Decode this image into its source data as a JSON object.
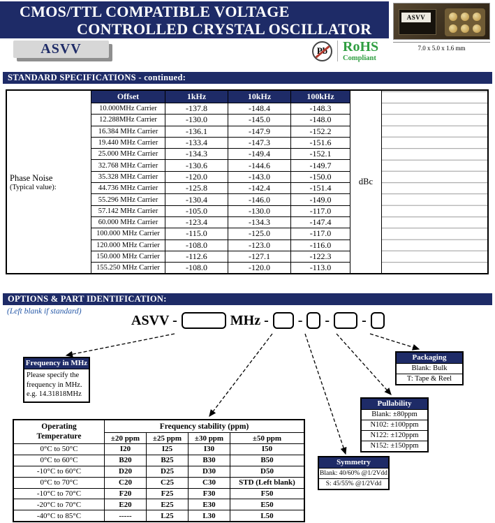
{
  "theme": {
    "navy": "#1e2b67",
    "green": "#2f9e41",
    "red_slash": "#b33a2e",
    "tag_gray": "#d7d7d7"
  },
  "header": {
    "title_line1": "CMOS/TTL COMPATIBLE VOLTAGE",
    "title_line2": "CONTROLLED CRYSTAL OSCILLATOR",
    "model_label": "ASVV",
    "photo_chip_label": "ASVV",
    "photo_dimensions": "7.0 x 5.0 x 1.6 mm",
    "pb_symbol": "Pb",
    "rohs_title": "RoHS",
    "rohs_subtitle": "Compliant"
  },
  "section_specs": {
    "title": "STANDARD SPECIFICATIONS - continued:"
  },
  "phase_noise": {
    "label_line1": "Phase Noise",
    "label_line2": "(Typical value):",
    "unit": "dBc",
    "headers": [
      "Offset",
      "1kHz",
      "10kHz",
      "100kHz"
    ],
    "rows": [
      [
        "10.000MHz Carrier",
        "-137.8",
        "-148.4",
        "-148.3"
      ],
      [
        "12.288MHz Carrier",
        "-130.0",
        "-145.0",
        "-148.0"
      ],
      [
        "16.384 MHz Carrier",
        "-136.1",
        "-147.9",
        "-152.2"
      ],
      [
        "19.440 MHz Carrier",
        "-133.4",
        "-147.3",
        "-151.6"
      ],
      [
        "25.000 MHz Carrier",
        "-134.3",
        "-149.4",
        "-152.1"
      ],
      [
        "32.768 MHz Carrier",
        "-130.6",
        "-144.6",
        "-149.7"
      ],
      [
        "35.328 MHz Carrier",
        "-120.0",
        "-143.0",
        "-150.0"
      ],
      [
        "44.736 MHz Carrier",
        "-125.8",
        "-142.4",
        "-151.4"
      ],
      [
        "55.296 MHz Carrier",
        "-130.4",
        "-146.0",
        "-149.0"
      ],
      [
        "57.142 MHz Carrier",
        "-105.0",
        "-130.0",
        "-117.0"
      ],
      [
        "60.000 MHz Carrier",
        "-123.4",
        "-134.3",
        "-147.4"
      ],
      [
        "100.000 MHz Carrier",
        "-115.0",
        "-125.0",
        "-117.0"
      ],
      [
        "120.000 MHz Carrier",
        "-108.0",
        "-123.0",
        "-116.0"
      ],
      [
        "150.000 MHz Carrier",
        "-112.6",
        "-127.1",
        "-122.3"
      ],
      [
        "155.250 MHz Carrier",
        "-108.0",
        "-120.0",
        "-113.0"
      ]
    ]
  },
  "section_options": {
    "title": "OPTIONS & PART IDENTIFICATION:",
    "note": "(Left blank if standard)"
  },
  "part_line": {
    "prefix": "ASVV -",
    "mhz": "MHz -",
    "sep": "-"
  },
  "boxes": {
    "frequency": {
      "title": "Frequency in MHz",
      "body_lines": [
        "Please specify the",
        "frequency in MHz.",
        "e.g. 14.31818MHz"
      ]
    },
    "packaging": {
      "title": "Packaging",
      "options": [
        "Blank: Bulk",
        "T:  Tape & Reel"
      ]
    },
    "pullability": {
      "title": "Pullability",
      "options": [
        "Blank: ±80ppm",
        "N102: ±100ppm",
        "N122: ±120ppm",
        "N152: ±150ppm"
      ]
    },
    "symmetry": {
      "title": "Symmetry",
      "options": [
        "Blank: 40/60% @1/2Vdd",
        "S: 45/55% @1/2Vdd"
      ]
    }
  },
  "stability": {
    "col_header": "Operating Temperature",
    "group_header": "Frequency stability (ppm)",
    "sub_headers": [
      "±20 ppm",
      "±25 ppm",
      "±30 ppm",
      "±50 ppm"
    ],
    "rows": [
      [
        "0°C to 50°C",
        "I20",
        "I25",
        "I30",
        "I50"
      ],
      [
        "0°C to 60°C",
        "B20",
        "B25",
        "B30",
        "B50"
      ],
      [
        "-10°C to 60°C",
        "D20",
        "D25",
        "D30",
        "D50"
      ],
      [
        "0°C to 70°C",
        "C20",
        "C25",
        "C30",
        "STD (Left blank)"
      ],
      [
        "-10°C to 70°C",
        "F20",
        "F25",
        "F30",
        "F50"
      ],
      [
        "-20°C to 70°C",
        "E20",
        "E25",
        "E30",
        "E50"
      ],
      [
        "-40°C to 85°C",
        "-----",
        "L25",
        "L30",
        "L50"
      ]
    ]
  }
}
